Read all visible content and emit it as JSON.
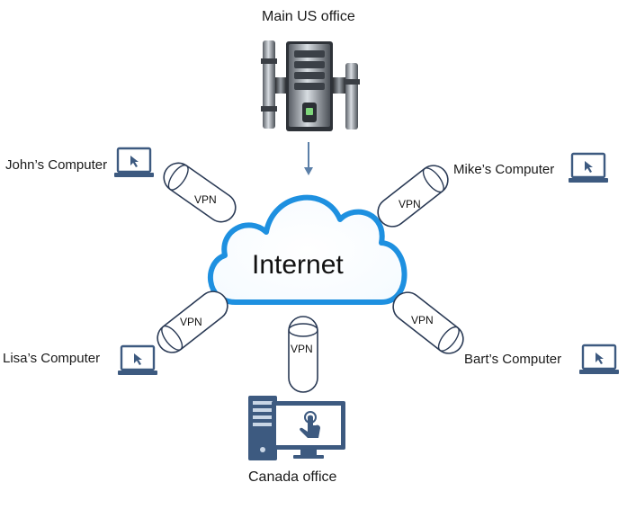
{
  "main_office": {
    "label": "Main US office"
  },
  "cloud": {
    "label": "Internet"
  },
  "canada_office": {
    "label": "Canada office"
  },
  "computers": {
    "john": "John’s Computer",
    "mike": "Mike’s Computer",
    "lisa": "Lisa’s Computer",
    "bart": "Bart’s Computer"
  },
  "tunnel_label": "VPN",
  "colors": {
    "cloud_stroke": "#1e90e0",
    "device_blue": "#3d5a80",
    "device_light": "#c9d6e6",
    "tunnel_stroke": "#2a3a55",
    "arrow": "#5b7fa8"
  },
  "icons": [
    "server-tower-icon",
    "laptop-icon",
    "desktop-computer-icon",
    "cloud-icon",
    "down-arrow-icon"
  ]
}
